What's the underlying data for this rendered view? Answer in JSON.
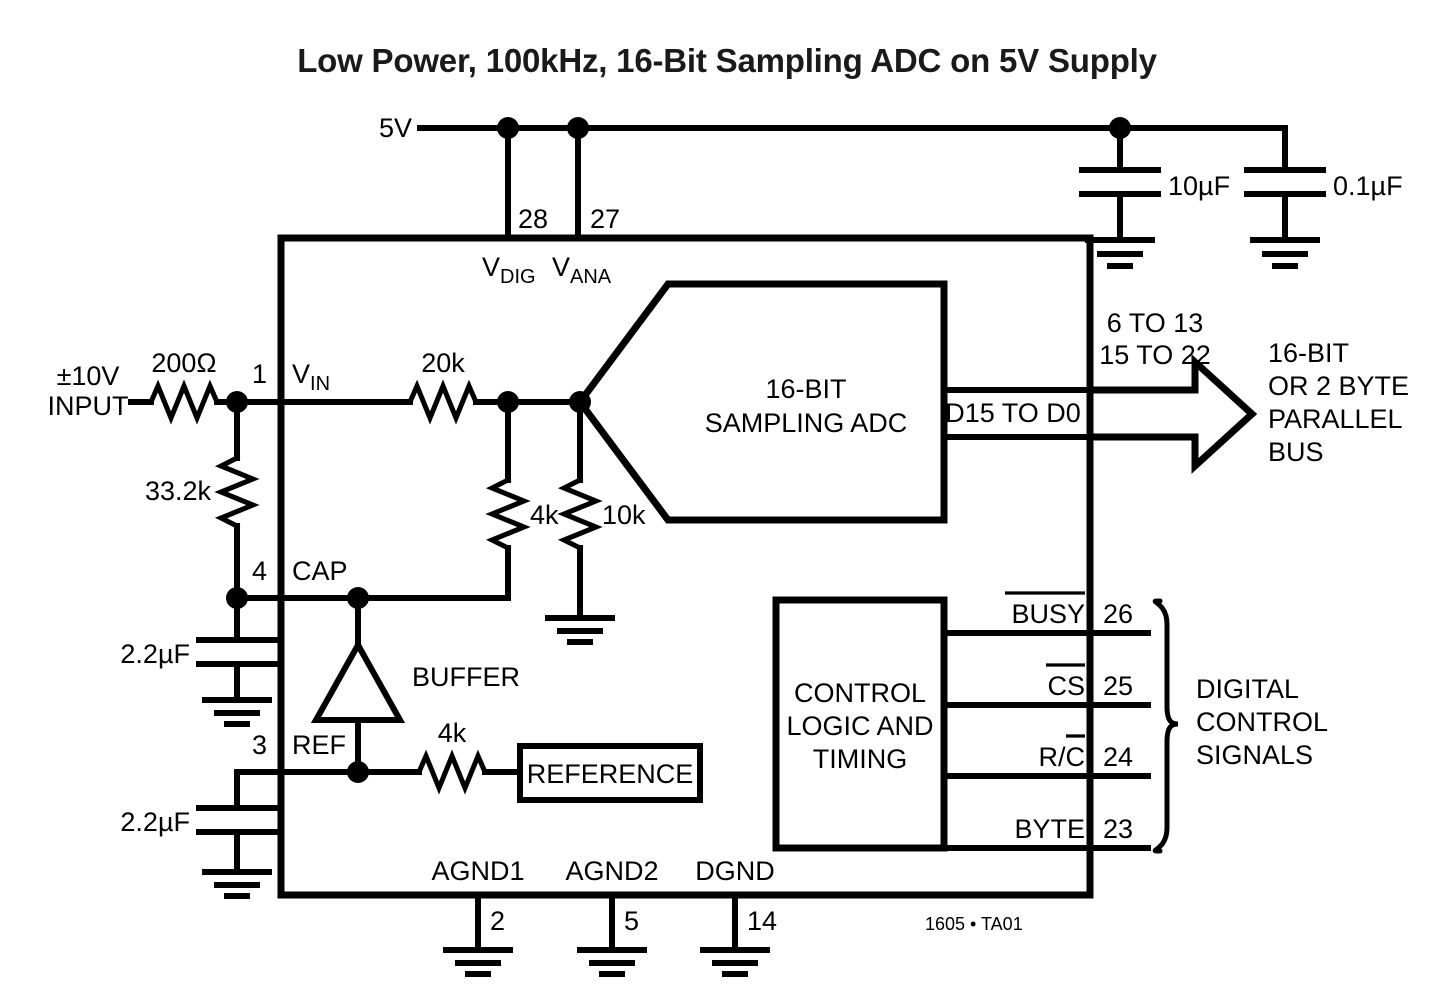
{
  "title": "Low Power, 100kHz, 16-Bit Sampling ADC on 5V Supply",
  "caption": "1605 • TA01",
  "supply": {
    "rail_label": "5V",
    "pin_vdig": "28",
    "pin_vana": "27",
    "label_vdig": "V",
    "label_vdig_sub": "DIG",
    "label_vana": "V",
    "label_vana_sub": "ANA",
    "cap_bulk": "10µF",
    "cap_bypass": "0.1µF"
  },
  "input": {
    "source_line1": "±10V",
    "source_line2": "INPUT",
    "r_series": "200Ω",
    "r_shunt": "33.2k",
    "pin_vin": "1",
    "label_vin": "V",
    "label_vin_sub": "IN",
    "cap_vin": "2.2µF"
  },
  "front_end": {
    "r_20k": "20k",
    "r_4k": "4k",
    "r_10k": "10k",
    "pin_cap": "4",
    "label_cap": "CAP"
  },
  "reference": {
    "pin_ref": "3",
    "label_ref": "REF",
    "buffer_label": "BUFFER",
    "r_ref": "4k",
    "block_label": "REFERENCE",
    "cap_ref": "2.2µF"
  },
  "adc": {
    "line1": "16-BIT",
    "line2": "SAMPLING ADC",
    "data_label": "D15 TO D0"
  },
  "bus": {
    "pins_line1": "6 TO 13",
    "pins_line2": "15 TO 22",
    "dest_line1": "16-BIT",
    "dest_line2": "OR 2 BYTE",
    "dest_line3": "PARALLEL",
    "dest_line4": "BUS"
  },
  "control": {
    "block_line1": "CONTROL",
    "block_line2": "LOGIC AND",
    "block_line3": "TIMING",
    "group_line1": "DIGITAL",
    "group_line2": "CONTROL",
    "group_line3": "SIGNALS",
    "signals": [
      {
        "name": "BUSY",
        "pin": "26",
        "overbar": "full"
      },
      {
        "name": "CS",
        "pin": "25",
        "overbar": "full"
      },
      {
        "name": "R/C",
        "pin": "24",
        "overbar": "partial"
      },
      {
        "name": "BYTE",
        "pin": "23",
        "overbar": "none"
      }
    ]
  },
  "grounds": [
    {
      "label": "AGND1",
      "pin": "2"
    },
    {
      "label": "AGND2",
      "pin": "5"
    },
    {
      "label": "DGND",
      "pin": "14"
    }
  ]
}
